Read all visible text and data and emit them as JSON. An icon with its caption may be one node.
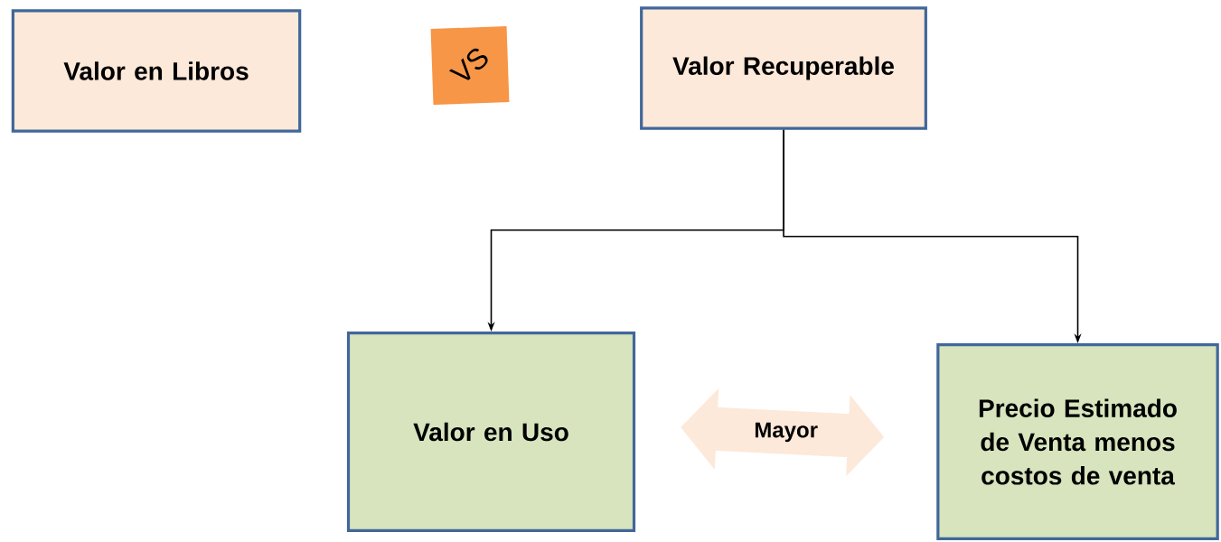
{
  "diagram": {
    "nodes": [
      {
        "text": [
          "Valor en Libros"
        ]
      },
      {
        "text": [
          "VS"
        ]
      },
      {
        "text": [
          "Valor Recuperable"
        ]
      },
      {
        "text": [
          "Valor en Uso"
        ]
      },
      {
        "text": [
          "Precio Estimado de Venta menos costos de venta"
        ]
      }
    ],
    "edges": [
      {
        "from": 2,
        "to": 3,
        "arrow": "to"
      },
      {
        "from": 2,
        "to": 4,
        "arrow": "to"
      },
      {
        "from": 3,
        "to": 4,
        "arrow": "both",
        "label": "Mayor",
        "style": "thick",
        "color": "#fde9d9"
      }
    ]
  }
}
